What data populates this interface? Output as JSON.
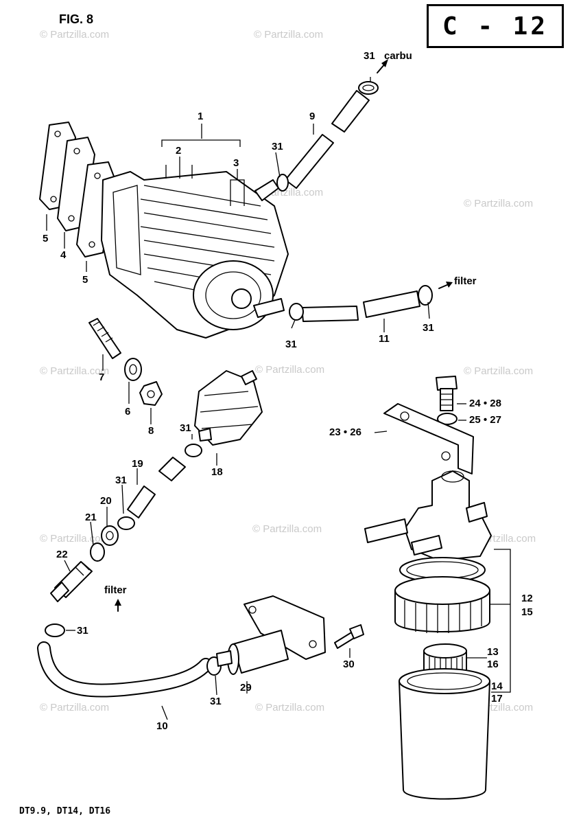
{
  "figure_label": "FIG. 8",
  "diagram_code": "C - 12",
  "models": "DT9.9,  DT14,  DT16",
  "watermark": "© Partzilla.com",
  "destinations": {
    "carbu": "carbu",
    "filter_top": "filter",
    "filter_left": "filter"
  },
  "callouts": {
    "c1": "1",
    "c2": "2",
    "c3": "3",
    "c4": "4",
    "c5a": "5",
    "c5b": "5",
    "c6": "6",
    "c7": "7",
    "c8": "8",
    "c9": "9",
    "c10": "10",
    "c11": "11",
    "c12": "12",
    "c15": "15",
    "c13": "13",
    "c16": "16",
    "c14": "14",
    "c17": "17",
    "c18": "18",
    "c19": "19",
    "c20": "20",
    "c21": "21",
    "c22": "22",
    "c23_26": "23 • 26",
    "c24_28": "24 • 28",
    "c25_27": "25 • 27",
    "c29": "29",
    "c30": "30",
    "c31_carbu": "31",
    "c31_hose9": "31",
    "c31_pumpout": "31",
    "c31_filter": "31",
    "c31_f18": "31",
    "c31_hose19": "31",
    "c31_left": "31",
    "c31_hose10": "31"
  }
}
